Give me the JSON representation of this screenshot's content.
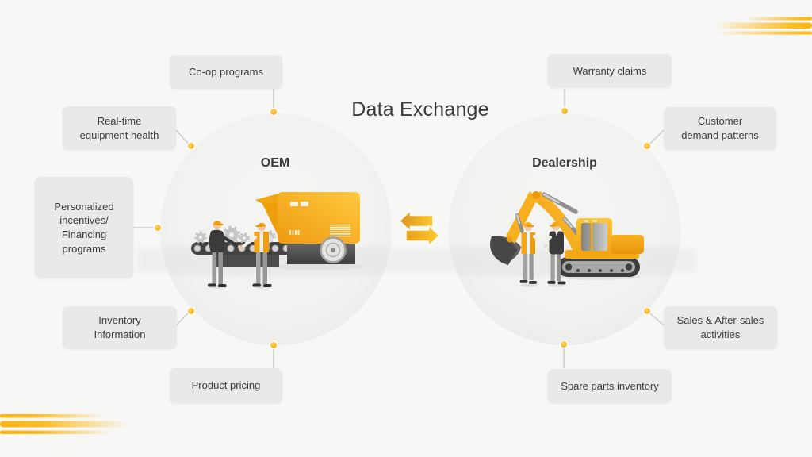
{
  "title": "Data Exchange",
  "circles": {
    "oem": {
      "label": "OEM"
    },
    "dealership": {
      "label": "Dealership"
    }
  },
  "boxes": [
    {
      "id": "coop-programs",
      "group": "oem",
      "lines": [
        "Co-op programs"
      ]
    },
    {
      "id": "realtime-equipment-health",
      "group": "oem",
      "lines": [
        "Real-time",
        "equipment health"
      ]
    },
    {
      "id": "personalized-incentives",
      "group": "oem",
      "lines": [
        "Personalized",
        "incentives/",
        "Financing",
        "programs"
      ]
    },
    {
      "id": "inventory-information",
      "group": "oem",
      "lines": [
        "Inventory",
        "Information"
      ]
    },
    {
      "id": "product-pricing",
      "group": "oem",
      "lines": [
        "Product pricing"
      ]
    },
    {
      "id": "warranty-claims",
      "group": "dealership",
      "lines": [
        "Warranty claims"
      ]
    },
    {
      "id": "customer-demand-patterns",
      "group": "dealership",
      "lines": [
        "Customer",
        "demand patterns"
      ]
    },
    {
      "id": "sales-after-sales",
      "group": "dealership",
      "lines": [
        "Sales & After-sales",
        "activities"
      ]
    },
    {
      "id": "spare-parts-inventory",
      "group": "dealership",
      "lines": [
        "Spare parts inventory"
      ]
    }
  ],
  "icons": {
    "exchange-arrows-icon": "⇄",
    "speed-lines-icon": "≡"
  },
  "colors": {
    "background": "#F7F7F6",
    "accent_yellow": "#F6AC15",
    "arrow_yellow_light": "#FFC72E",
    "arrow_yellow_dark": "#D99623",
    "label_box_background": "#E9E9E8",
    "text_dark": "#3C3C3C",
    "circle_fill": "#F1F1F0",
    "connector_gray": "#CBCBCA",
    "machine_dark_gray": "#424242"
  }
}
